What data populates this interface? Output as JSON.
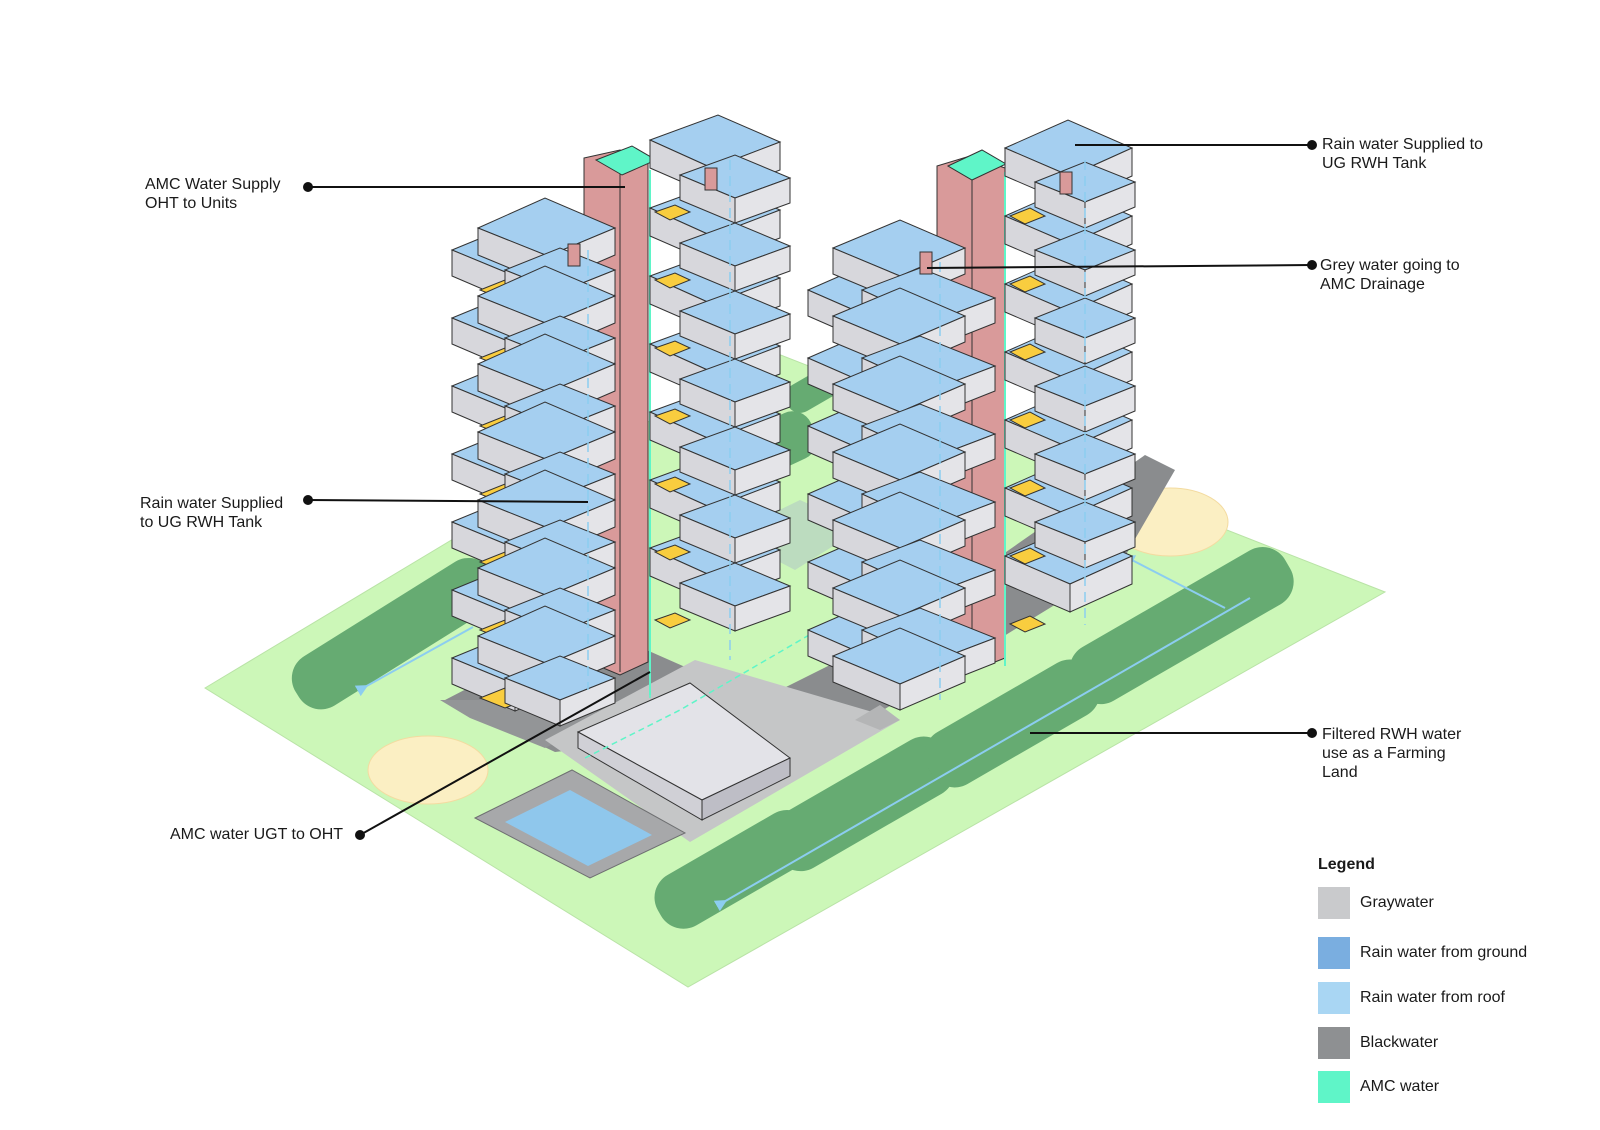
{
  "callouts": {
    "amc_supply": "AMC Water Supply\nOHT to Units",
    "rain_left": "Rain water Supplied\nto UG RWH Tank",
    "amc_ugt": "AMC water UGT to OHT",
    "rain_right": "Rain water Supplied to\nUG RWH Tank",
    "grey_water": "Grey water going to\nAMC Drainage",
    "filtered": "Filtered RWH water\nuse as a Farming\nLand"
  },
  "legend": {
    "title": "Legend",
    "items": [
      {
        "label": "Graywater",
        "color": "#c9cacc"
      },
      {
        "label": "Rain water from ground",
        "color": "#7aaee0"
      },
      {
        "label": "Rain water from roof",
        "color": "#a9d6f3"
      },
      {
        "label": "Blackwater",
        "color": "#8e9092"
      },
      {
        "label": "AMC water",
        "color": "#5ff5c8"
      }
    ]
  },
  "colors": {
    "site_green": "#ccf7b8",
    "farm_green": "#66ab72",
    "paving_dark": "#8a8c8e",
    "paving_light": "#c5c6c7",
    "slab_blue": "#a5cff0",
    "slab_side": "#d7d7dc",
    "balcony_yellow": "#f9cd3f",
    "core_red": "#d99a9a",
    "amc_cyan": "#5ff5c8",
    "pool_blue": "#8fc7ec",
    "circle_cream": "#fbefc3"
  }
}
